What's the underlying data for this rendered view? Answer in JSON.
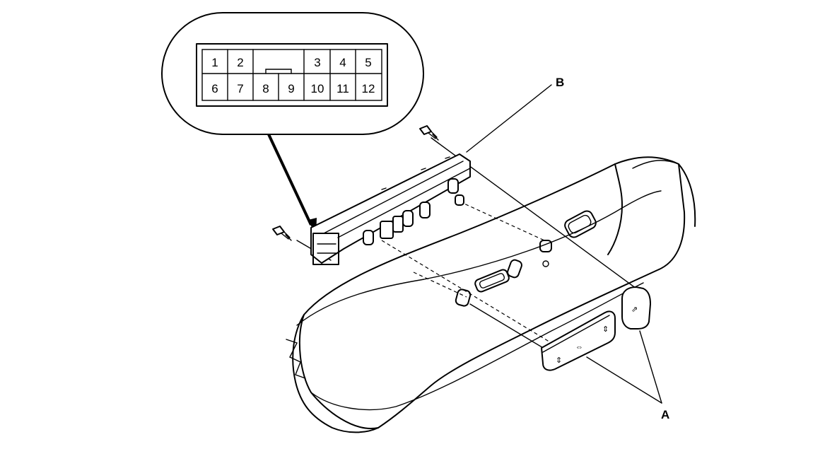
{
  "connector": {
    "pins_top": [
      "1",
      "2",
      "",
      "3",
      "4",
      "5"
    ],
    "pins_bottom": [
      "6",
      "7",
      "8",
      "9",
      "10",
      "11",
      "12"
    ]
  },
  "callouts": {
    "a": "A",
    "b": "B"
  }
}
